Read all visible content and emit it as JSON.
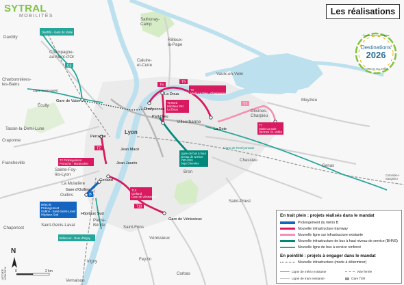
{
  "logo": {
    "word": "SYTRAL",
    "sub": "MOBILITÉS"
  },
  "title": "Les réalisations",
  "badge": {
    "arc_top": "Concertations accomplies",
    "name": "Destinations",
    "year": "2026",
    "arc_bottom": "un territoire plus durable"
  },
  "colors": {
    "metro": "#1565c0",
    "tram": "#d81b60",
    "tram_new": "#f48fb1",
    "bhns": "#00897b",
    "bus": "#26a69a",
    "water": "#bde0ee",
    "road": "#d0d0d0",
    "green": "#d6ecc6",
    "urban": "#ebebeb"
  },
  "places": {
    "dardilly": "Dardilly",
    "champagne": "Champagne-\nau-Mont-d'Or",
    "charbonnieres": "Charbonnières-\nles-Bains",
    "ecully": "Écully",
    "tassin": "Tassin-la-Demi-Lune",
    "craponne": "Craponne",
    "francheville": "Francheville",
    "stefoy": "Sainte-Foy-\nlès-Lyon",
    "mulatiere": "La Mulatière",
    "oullins": "Oullins",
    "chaponost": "Chaponost",
    "stgenis": "Saint-Genis-Laval",
    "pierre_benite": "Pierre-\nBénite",
    "irigny": "Irigny",
    "vernaison": "Vernaison",
    "stfons": "Saint-Fons",
    "venissieux": "Vénissieux",
    "feyzin": "Feyzin",
    "corbas": "Corbas",
    "stpriest": "Saint-Priest",
    "bron": "Bron",
    "chassieu": "Chassieu",
    "decines": "Décines-\nCharpieu",
    "vaulx": "Vaulx-en-Velin",
    "villeurbanne": "Villeurbanne",
    "lyon": "Lyon",
    "caluire": "Caluire-\net-Cuire",
    "rillieux": "Rillieux-\nla-Pape",
    "sathonay": "Sathonay-\nCamp",
    "meyzieu": "Meyzieu",
    "genas": "Genas",
    "labuisse": "Colombier-\nSaugnieu"
  },
  "stops": {
    "gare_vaise": "Gare de Vaise",
    "la_doua": "La Doua",
    "charpennes": "Charpennes",
    "part_dieu": "Part-Dieu",
    "la_soie": "La Soie",
    "perrache": "Perrache",
    "jean_mace": "Jean Macé",
    "jean_jaures": "Jean Jaurès",
    "gerland": "Gerland",
    "gare_venissieux": "Gare de Vénissieux",
    "gare_oullins": "Gare d'Oullins",
    "hopitaux_sud": "Hôpitaux Sud",
    "ligne_ouest": "Ligne ouest-ouest",
    "ligne_est": "Ligne de l'est lyonnais"
  },
  "callouts": {
    "c_dardilly": "Dardilly - Gare de Vaise",
    "t6_nord": "T6 Nord\nHôpitaux Est\nLa Doua",
    "t9": "T9\nVaulx La Soie - Charpennes",
    "t7": "T7\nVaulx La Soie\nDécines OL Vallée",
    "t2": "T2 Prolongement\nPerrache - Montrochet",
    "t10": "T10\nGerland\nGare de Vénissieux",
    "bhns": "Ligne de bus à haut\nniveau de service\nPart-Dieu\nSept Chemins",
    "metro_b": "Métro B\nProlongement\nOullins - Saint-Genis-Laval\nHôpitaux Sud",
    "c_sud": "Bellecour - Gare d'Irigny"
  },
  "lines": {
    "t9": "T9",
    "t6": "T6",
    "t7": "T7",
    "t2": "T2",
    "t10": "T10",
    "c3": "C3",
    "b": "B"
  },
  "legend": {
    "solid_title": "En trait plein : projets réalisés dans le mandat",
    "solid_items": [
      "Prolongement du métro B",
      "Nouvelle infrastructure tramway",
      "Nouvelle ligne sur infrastructure existante",
      "Nouvelle infrastructure de bus à haut niveau de service (BHNS)",
      "Nouvelle ligne de bus à service renforcé"
    ],
    "dotted_title": "En pointillé : projets à engager dans le mandat",
    "dotted_items": [
      "Nouvelle infrastructure (mode à déterminer)"
    ],
    "foot": [
      "Ligne de métro existante",
      "Voie ferrée",
      "Ligne de tram existante",
      "Gare TER"
    ]
  },
  "north": "N",
  "scale": {
    "zero": "0",
    "two": "2 km"
  },
  "brand_vertical": "LATITUDE\nLYON CMYK"
}
